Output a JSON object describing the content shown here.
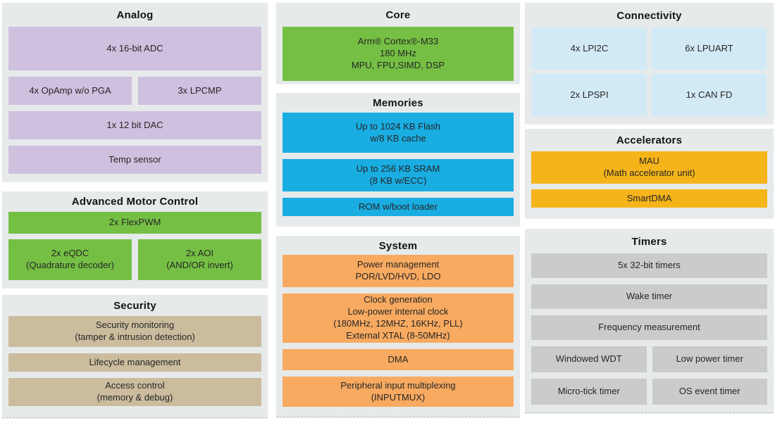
{
  "colors": {
    "page_bg": "#ffffff",
    "panel_bg": "#e6eaeb",
    "analog_purple": "#cfc0df",
    "green": "#75c044",
    "memory_blue": "#19ade2",
    "system_orange": "#f8aa60",
    "connectivity_blue": "#d2eaf6",
    "accelerator_amber": "#f6b41b",
    "security_tan": "#cbbc9e",
    "timer_gray": "#cbcbcb",
    "text": "#262626"
  },
  "panels": {
    "analog": {
      "title": "Analog",
      "blocks": {
        "adc": "4x 16-bit ADC",
        "opamp": "4x OpAmp w/o PGA",
        "lpcmp": "3x LPCMP",
        "dac": "1x 12 bit DAC",
        "temp_sensor": "Temp sensor"
      }
    },
    "motor_control": {
      "title": "Advanced Motor Control",
      "blocks": {
        "flexpwm": "2x FlexPWM",
        "eqdc": "2x eQDC\n(Quadrature decoder)",
        "aoi": "2x AOI\n(AND/OR invert)"
      }
    },
    "security": {
      "title": "Security",
      "blocks": {
        "monitoring": "Security monitoring\n(tamper & intrusion detection)",
        "lifecycle": "Lifecycle management",
        "access": "Access control\n(memory & debug)"
      }
    },
    "core": {
      "title": "Core",
      "blocks": {
        "cpu": "Arm® Cortex®-M33\n180 MHz\nMPU, FPU,SIMD, DSP"
      }
    },
    "memories": {
      "title": "Memories",
      "blocks": {
        "flash": "Up to 1024 KB Flash\nw/8 KB cache",
        "sram": "Up to 256 KB SRAM\n(8 KB w/ECC)",
        "rom": "ROM w/boot loader"
      }
    },
    "system": {
      "title": "System",
      "blocks": {
        "power": "Power management\nPOR/LVD/HVD, LDO",
        "clock": "Clock generation\nLow-power internal clock\n(180MHz, 12MHZ, 16KHz, PLL)\nExternal XTAL (8-50MHz)",
        "dma": "DMA",
        "inputmux": "Peripheral input multiplexing\n(INPUTMUX)"
      }
    },
    "connectivity": {
      "title": "Connectivity",
      "blocks": {
        "lpi2c": "4x LPI2C",
        "lpuart": "6x LPUART",
        "lpspi": "2x LPSPI",
        "canfd": "1x CAN FD"
      }
    },
    "accelerators": {
      "title": "Accelerators",
      "blocks": {
        "mau": "MAU\n(Math accelerator unit)",
        "smartdma": "SmartDMA"
      }
    },
    "timers": {
      "title": "Timers",
      "blocks": {
        "timers32": "5x 32-bit timers",
        "wake": "Wake timer",
        "freq_measure": "Frequency measurement",
        "wwdt": "Windowed WDT",
        "low_power": "Low power timer",
        "microtick": "Micro-tick timer",
        "os_event": "OS event timer"
      }
    }
  }
}
